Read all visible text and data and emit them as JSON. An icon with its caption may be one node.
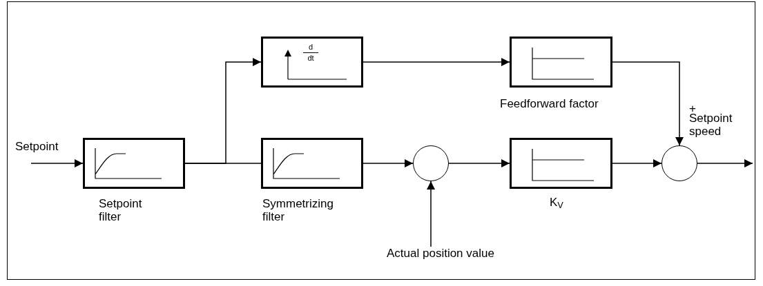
{
  "diagram": {
    "nodes": [
      {
        "text": [],
        "shape": "box",
        "beside": [
          "Setpoint filter"
        ]
      },
      {
        "text": [
          "d",
          "dt"
        ]
      },
      {
        "text": [],
        "shape": "box",
        "beside": [
          "Feedforward factor"
        ]
      },
      {
        "text": [],
        "shape": "box",
        "beside": [
          "Symmetrizing filter"
        ]
      },
      {
        "text": [],
        "shape": "circle"
      },
      {
        "text": [],
        "shape": "box",
        "beside": [
          "K$_{V}$"
        ]
      },
      {
        "text": [],
        "shape": "circle",
        "beside": [
          "+",
          "Setpoint speed"
        ]
      },
      {
        "text": [
          "Actual position value"
        ]
      }
    ],
    "edges": [
      {
        "from": null,
        "to": 0,
        "arrow": "to"
      },
      {
        "from": 0,
        "to": 1,
        "arrow": "to"
      },
      {
        "from": 0,
        "to": 3,
        "arrow": "none"
      },
      {
        "from": 1,
        "to": 2,
        "arrow": "to"
      },
      {
        "from": 2,
        "to": 6,
        "arrow": "to"
      },
      {
        "from": 3,
        "to": 4,
        "arrow": "to"
      },
      {
        "from": 4,
        "to": 5,
        "arrow": "to"
      },
      {
        "from": 5,
        "to": 6,
        "arrow": "to"
      },
      {
        "from": 6,
        "to": null,
        "arrow": "to"
      },
      {
        "from": 7,
        "to": 4,
        "arrow": "to"
      }
    ],
    "labels": [
      "Setpoint"
    ]
  }
}
